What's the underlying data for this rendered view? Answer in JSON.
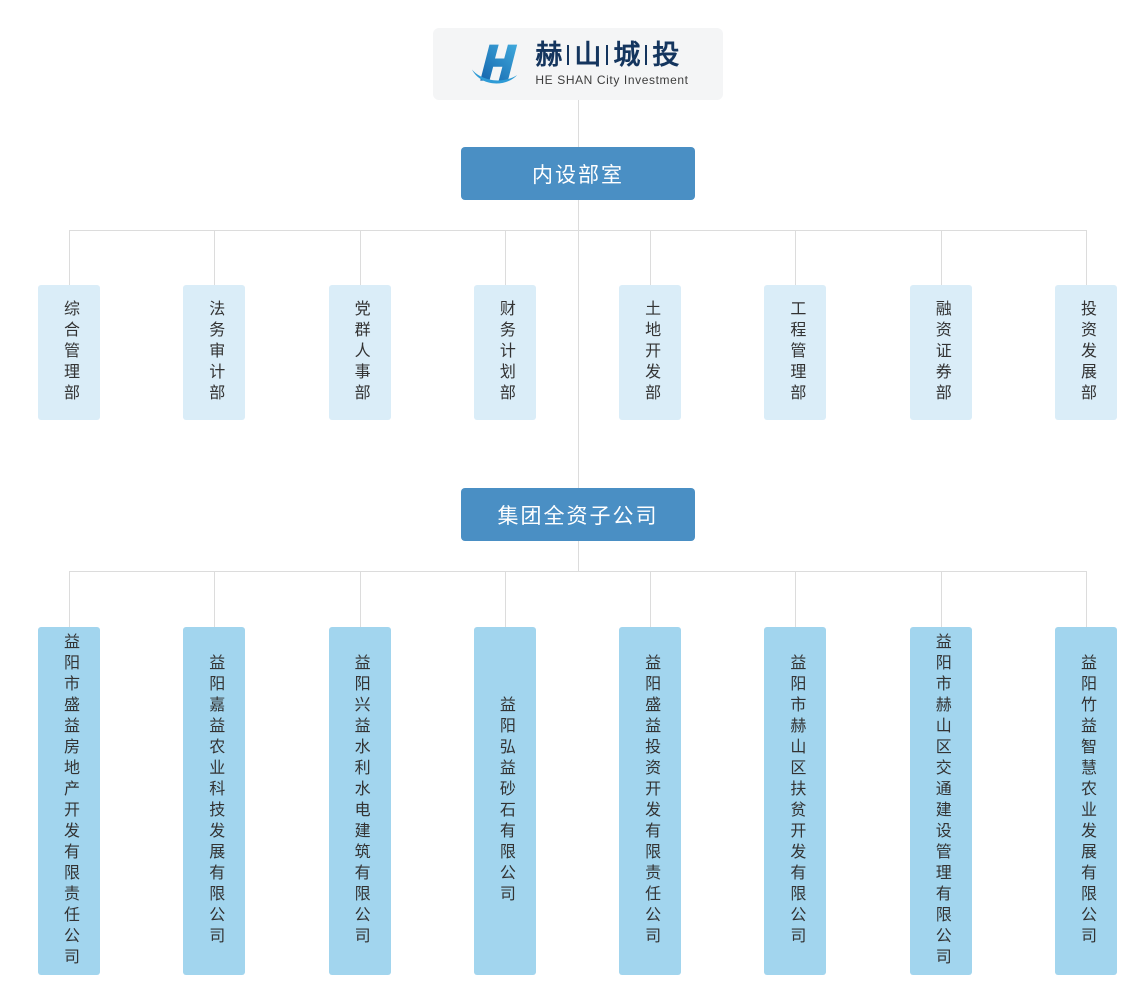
{
  "logo": {
    "title": "赫山城投",
    "subtitle": "HE SHAN City Investment"
  },
  "headers": {
    "departments": "内设部室",
    "subsidiaries": "集团全资子公司"
  },
  "departments": [
    "综合管理部",
    "法务审计部",
    "党群人事部",
    "财务计划部",
    "土地开发部",
    "工程管理部",
    "融资证券部",
    "投资发展部"
  ],
  "subsidiaries": [
    "益阳市盛益房地产开发有限责任公司",
    "益阳嘉益农业科技发展有限公司",
    "益阳兴益水利水电建筑有限公司",
    "益阳弘益砂石有限公司",
    "益阳盛益投资开发有限责任公司",
    "益阳市赫山区扶贫开发有限公司",
    "益阳市赫山区交通建设管理有限公司",
    "益阳竹益智慧农业发展有限公司"
  ],
  "colors": {
    "accent_blue": "#4a8fc4",
    "department_fill": "#daedf8",
    "subsidiary_fill": "#a2d5ee",
    "logo_navy": "#14355e",
    "connector_gray": "#dcdcdc",
    "logo_panel": "#f4f5f6"
  }
}
